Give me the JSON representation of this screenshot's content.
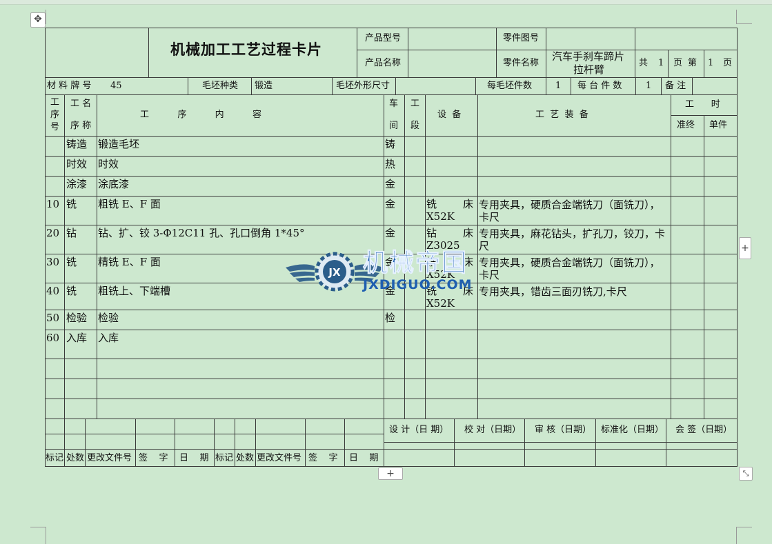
{
  "header": {
    "title": "机械加工工艺过程卡片",
    "product_model_label": "产品型号",
    "part_drawing_no_label": "零件图号",
    "product_name_label": "产品名称",
    "part_name_label": "零件名称",
    "part_name_line1": "汽车手刹车蹄片",
    "part_name_line2": "拉杆臂",
    "total_label": "共",
    "total_pages": "1",
    "page_label": "页",
    "page_no_label": "第",
    "page_no": "1",
    "page_label2": "页"
  },
  "material": {
    "material_label": "材 料 牌 号",
    "material_value": "45",
    "blank_type_label": "毛坯种类",
    "blank_type_value": "锻造",
    "blank_size_label": "毛坯外形尺寸",
    "per_blank_label": "每毛坯件数",
    "per_blank_value": "1",
    "per_unit_label": "每 台 件 数",
    "per_unit_value": "1",
    "remark_label": "备 注"
  },
  "columns": {
    "op_no_1": "工",
    "op_no_2": "序",
    "op_no_3": "号",
    "op_name_1": "工 名",
    "op_name_2": "序 称",
    "content": "工          序          内          容",
    "workshop_1": "车",
    "workshop_2": "间",
    "section_1": "工",
    "section_2": "段",
    "equipment": "设  备",
    "tooling": "工  艺  装  备",
    "hours": "工      时",
    "hours_prep": "准终",
    "hours_unit": "单件"
  },
  "rows": [
    {
      "no": "",
      "name": "铸造",
      "content": "锻造毛坯",
      "ws": "铸",
      "eq1": "",
      "eq2": "",
      "tool": ""
    },
    {
      "no": "",
      "name": "时效",
      "content": "时效",
      "ws": "热",
      "eq1": "",
      "eq2": "",
      "tool": ""
    },
    {
      "no": "",
      "name": "涂漆",
      "content": "涂底漆",
      "ws": "金",
      "eq1": "",
      "eq2": "",
      "tool": ""
    },
    {
      "no": "10",
      "name": "铣",
      "content": "粗铣 E、F 面",
      "ws": "金",
      "eq1": "铣        床",
      "eq2": "X52K",
      "tool": "专用夹具，硬质合金端铣刀（面铣刀），卡尺"
    },
    {
      "no": "20",
      "name": "钻",
      "content": "钻、扩、铰 3-Φ12C11 孔、孔口倒角 1*45°",
      "ws": "金",
      "eq1": "钻        床",
      "eq2": "Z3025",
      "tool": "专用夹具，麻花钻头，扩孔刀，铰刀，卡尺"
    },
    {
      "no": "30",
      "name": "铣",
      "content": "精铣 E、F 面",
      "ws": "金",
      "eq1": "铣        床",
      "eq2": "X52K",
      "tool": "专用夹具，硬质合金端铣刀（面铣刀），卡尺"
    },
    {
      "no": "40",
      "name": "铣",
      "content": "粗铣上、下端槽",
      "ws": "金",
      "eq1": "铣        床",
      "eq2": "X52K",
      "tool": "专用夹具，错齿三面刃铣刀,卡尺"
    },
    {
      "no": "50",
      "name": "检验",
      "content": "检验",
      "ws": "检",
      "eq1": "",
      "eq2": "",
      "tool": ""
    },
    {
      "no": "60",
      "name": "入库",
      "content": "入库",
      "ws": "",
      "eq1": "",
      "eq2": "",
      "tool": ""
    }
  ],
  "footer": {
    "mark": "标记",
    "count": "处数",
    "change_doc": "更改文件号",
    "sign": "签    字",
    "date": "日    期",
    "mark2": "标记",
    "count2": "处数",
    "change_doc2": "更改文件号",
    "sign2": "签    字",
    "date2": "日    期",
    "design": "设 计（日 期）",
    "check": "校 对（日期）",
    "review": "审 核（日期）",
    "standard": "标准化（日期）",
    "countersign": "会 签（日期）"
  },
  "watermark": {
    "text_cn": "机械帝国",
    "text_en": "JXDIGUO.COM",
    "colors": {
      "blue": "#1f5fb0",
      "light": "#e6f1ff"
    }
  },
  "icons": {
    "move": "move-arrows-icon",
    "add": "plus-icon",
    "resize": "resize-diagonal-icon"
  }
}
